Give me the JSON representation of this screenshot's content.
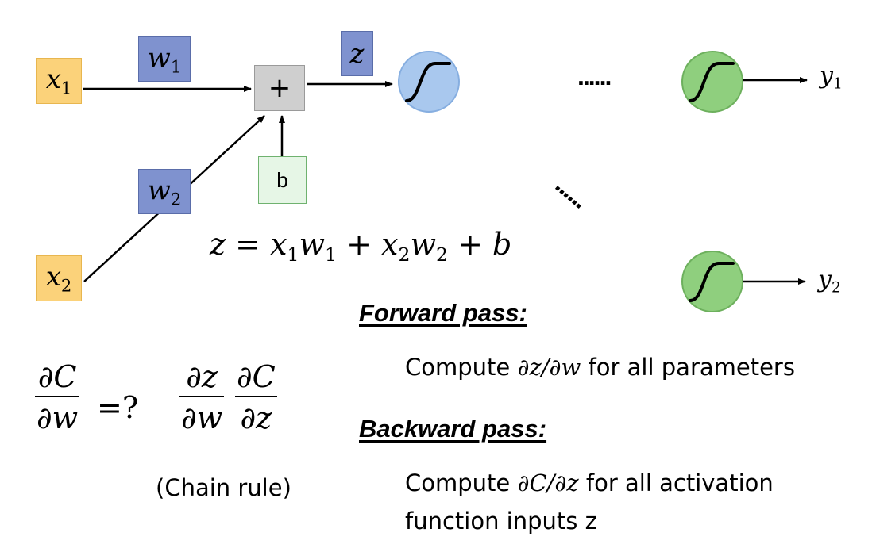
{
  "nodes": {
    "x1": {
      "base": "x",
      "sub": "1"
    },
    "x2": {
      "base": "x",
      "sub": "2"
    },
    "w1": {
      "base": "w",
      "sub": "1"
    },
    "w2": {
      "base": "w",
      "sub": "2"
    },
    "z": "z",
    "sum": "+",
    "b": "b",
    "y1": {
      "base": "y",
      "sub": "1"
    },
    "y2": {
      "base": "y",
      "sub": "2"
    },
    "ellipsis_top": "......",
    "ellipsis_diag": "......"
  },
  "equation": {
    "lhs": "z",
    "equals": "=",
    "t1_x": "x",
    "t1_xs": "1",
    "t1_w": "w",
    "t1_ws": "1",
    "plus1": "+",
    "t2_x": "x",
    "t2_xs": "2",
    "t2_w": "w",
    "t2_ws": "2",
    "plus2": "+",
    "b": "b"
  },
  "derivative": {
    "lhs_num": "∂C",
    "lhs_den": "∂w",
    "eq_q": "=?",
    "f1_num": "∂z",
    "f1_den": "∂w",
    "f2_num": "∂C",
    "f2_den": "∂z",
    "chain_rule": "(Chain rule)"
  },
  "forward": {
    "heading": "Forward pass:",
    "pre": "Compute ",
    "math": "∂z/∂w",
    "post": " for all parameters"
  },
  "backward": {
    "heading": "Backward pass:",
    "pre": "Compute ",
    "math": "∂C/∂z",
    "post": " for all activation",
    "line2": "function inputs z"
  },
  "colors": {
    "x_box": "#fbd27a",
    "w_box": "#7f92cf",
    "sum_box": "#cfcfcf",
    "b_box": "#e6f6e6",
    "neuron_blue": "#a9c8ee",
    "neuron_green": "#8fcf7e"
  }
}
